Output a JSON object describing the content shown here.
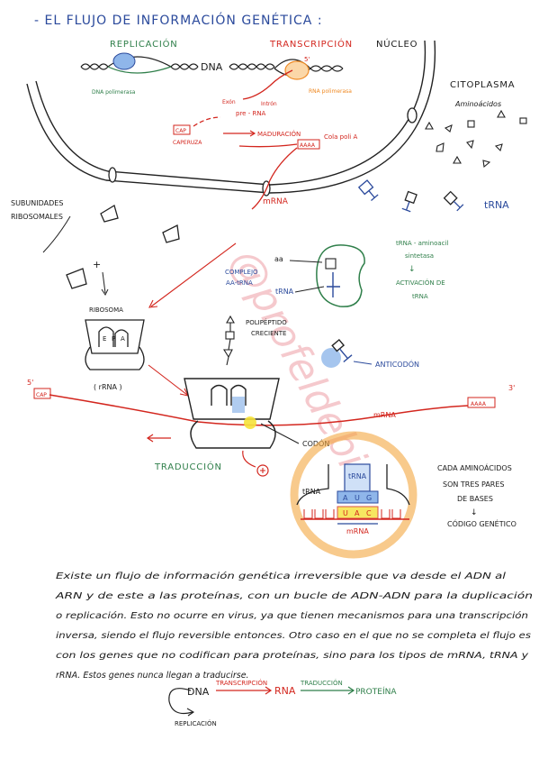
{
  "title": "- EL FLUJO DE INFORMACIÓN GENÉTICA :",
  "nucleus": {
    "replicacion": "REPLICACIÓN",
    "transcripcion": "TRANSCRIPCIÓN",
    "nucleo": "NÚCLEO",
    "dna": "DNA",
    "dna_polimerasa": "DNA polimerasa",
    "rna_polimerasa": "RNA polimerasa",
    "exon": "Exón",
    "intron": "Intrón",
    "pre_rna": "pre - RNA",
    "cap": "CAP",
    "caperuza": "CAPERUZA",
    "maduracion": "MADURACIÓN",
    "aaaa": "AAAA",
    "cola_poli_a": "Cola poli A",
    "five_prime": "5'",
    "mrna": "mRNA"
  },
  "cytoplasm": {
    "citoplasma": "CITOPLASMA",
    "aminoacidos": "Aminoácidos",
    "trna": "tRNA",
    "subunidades": "SUBUNIDADES",
    "ribosomales": "RIBOSOMALES",
    "plus": "+",
    "ribosoma": "RIBOSOMA",
    "rrna": "( rRNA )",
    "enzyme": "tRNA - aminoacil",
    "sintetasa": "sintetasa",
    "activacion": "ACTIVACIÓN  DE",
    "activacion_trna": "tRNA",
    "arrow_down": "↓",
    "complejo": "COMPLEJO",
    "aa_trna": "AA-tRNA",
    "aa": "aa",
    "trna_small": "tRNA",
    "polipeptido": "POLIPÉPTIDO",
    "creciente": "CRECIENTE",
    "anticodon": "ANTICODÓN",
    "five_prime": "5'",
    "three_prime": "3'",
    "cap": "CAP",
    "aaaa": "AAAA",
    "mrna": "mRNA",
    "codon": "CODÓN",
    "traduccion": "TRADUCCIÓN",
    "ribosome_letters": [
      "E",
      "P",
      "A"
    ]
  },
  "zoom": {
    "trna_left": "tRNA",
    "trna_top": "tRNA",
    "anticodon_bases": [
      "A",
      "U",
      "G"
    ],
    "codon_bases": [
      "U",
      "A",
      "C"
    ],
    "mrna": "mRNA"
  },
  "codon_note": {
    "line1": "CADA  AMINOÁCIDOS",
    "line2": "SON  TRES  PARES",
    "line3": "DE  BASES",
    "arrow": "↓",
    "line4": "CÓDIGO  GENÉTICO"
  },
  "paragraph": [
    "Existe un flujo de información genética irreversible que va desde el ADN al",
    "ARN y de este a las proteínas, con un bucle de ADN-ADN para la duplicación",
    "o replicación. Esto no ocurre en virus, ya que tienen mecanismos para una transcripción",
    "inversa, siendo el flujo reversible entonces. Otro caso en el que no se completa el flujo es",
    "con los genes que no codifican para proteínas, sino para los tipos de mRNA, tRNA y",
    "rRNA. Estos genes nunca llegan a traducirse."
  ],
  "bottom": {
    "dna": "DNA",
    "transcripcion": "TRANSCRIPCIÓN",
    "rna": "RNA",
    "traduccion": "TRADUCCIÓN",
    "proteina": "PROTEÍNA",
    "replicacion": "REPLICACIÓN"
  },
  "watermark": "@profeldebio",
  "colors": {
    "blue": "#2b4a9c",
    "red": "#d3261e",
    "green": "#2f7f4a",
    "orange": "#ef8a24",
    "black": "#1a1a1a",
    "watermark": "#e15a66",
    "highlight": "#f4a640",
    "light_blue": "#8fb6ea",
    "yellow": "#f6e23a"
  }
}
